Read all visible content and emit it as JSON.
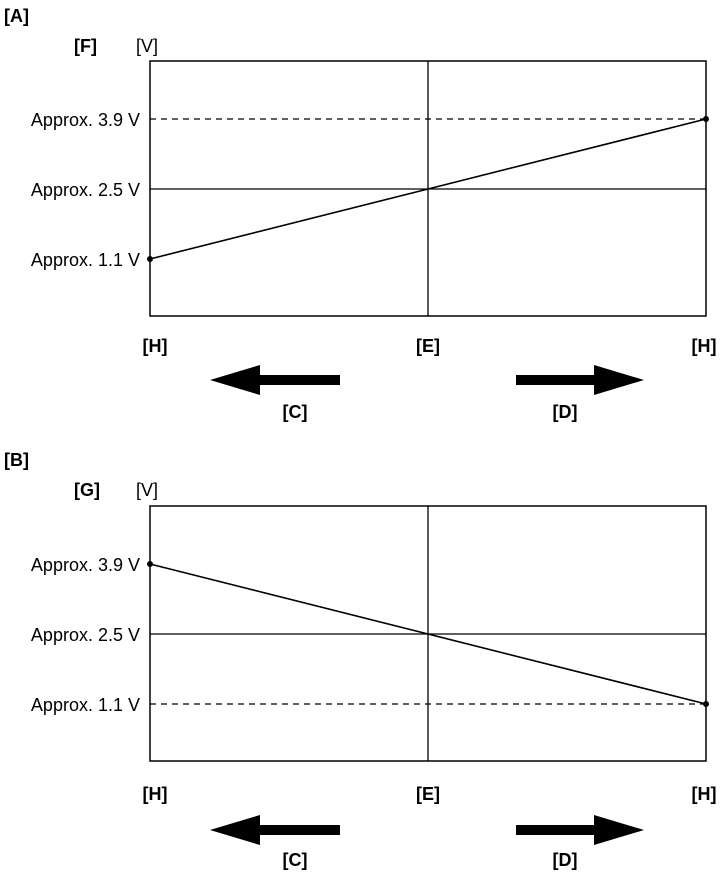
{
  "chart_data": [
    {
      "type": "line",
      "panel_label": "[A]",
      "ylabel_tag": "[F]",
      "yunit": "[V]",
      "y_ticks": [
        {
          "value": 3.9,
          "label": "Approx. 3.9 V"
        },
        {
          "value": 2.5,
          "label": "Approx. 2.5 V"
        },
        {
          "value": 1.1,
          "label": "Approx. 1.1 V"
        }
      ],
      "ylim": [
        0.3,
        4.8
      ],
      "x_ticks": [
        {
          "value": 0,
          "label": "[H]"
        },
        {
          "value": 1,
          "label": "[E]"
        },
        {
          "value": 2,
          "label": "[H]"
        }
      ],
      "xlim": [
        0,
        2
      ],
      "series": [
        {
          "x": [
            0,
            1,
            2
          ],
          "y": [
            1.1,
            2.5,
            3.9
          ]
        }
      ],
      "reference_lines": [
        {
          "axis": "y",
          "value": 3.9,
          "style": "dashed"
        },
        {
          "axis": "y",
          "value": 2.5,
          "style": "solid"
        },
        {
          "axis": "x",
          "value": 1,
          "style": "solid"
        }
      ],
      "arrows": [
        {
          "direction": "left",
          "label": "[C]"
        },
        {
          "direction": "right",
          "label": "[D]"
        }
      ]
    },
    {
      "type": "line",
      "panel_label": "[B]",
      "ylabel_tag": "[G]",
      "yunit": "[V]",
      "y_ticks": [
        {
          "value": 3.9,
          "label": "Approx. 3.9 V"
        },
        {
          "value": 2.5,
          "label": "Approx. 2.5 V"
        },
        {
          "value": 1.1,
          "label": "Approx. 1.1 V"
        }
      ],
      "ylim": [
        0.3,
        4.8
      ],
      "x_ticks": [
        {
          "value": 0,
          "label": "[H]"
        },
        {
          "value": 1,
          "label": "[E]"
        },
        {
          "value": 2,
          "label": "[H]"
        }
      ],
      "xlim": [
        0,
        2
      ],
      "series": [
        {
          "x": [
            0,
            1,
            2
          ],
          "y": [
            3.9,
            2.5,
            1.1
          ]
        }
      ],
      "reference_lines": [
        {
          "axis": "y",
          "value": 1.1,
          "style": "dashed"
        },
        {
          "axis": "y",
          "value": 2.5,
          "style": "solid"
        },
        {
          "axis": "x",
          "value": 1,
          "style": "solid"
        }
      ],
      "arrows": [
        {
          "direction": "left",
          "label": "[C]"
        },
        {
          "direction": "right",
          "label": "[D]"
        }
      ]
    }
  ]
}
